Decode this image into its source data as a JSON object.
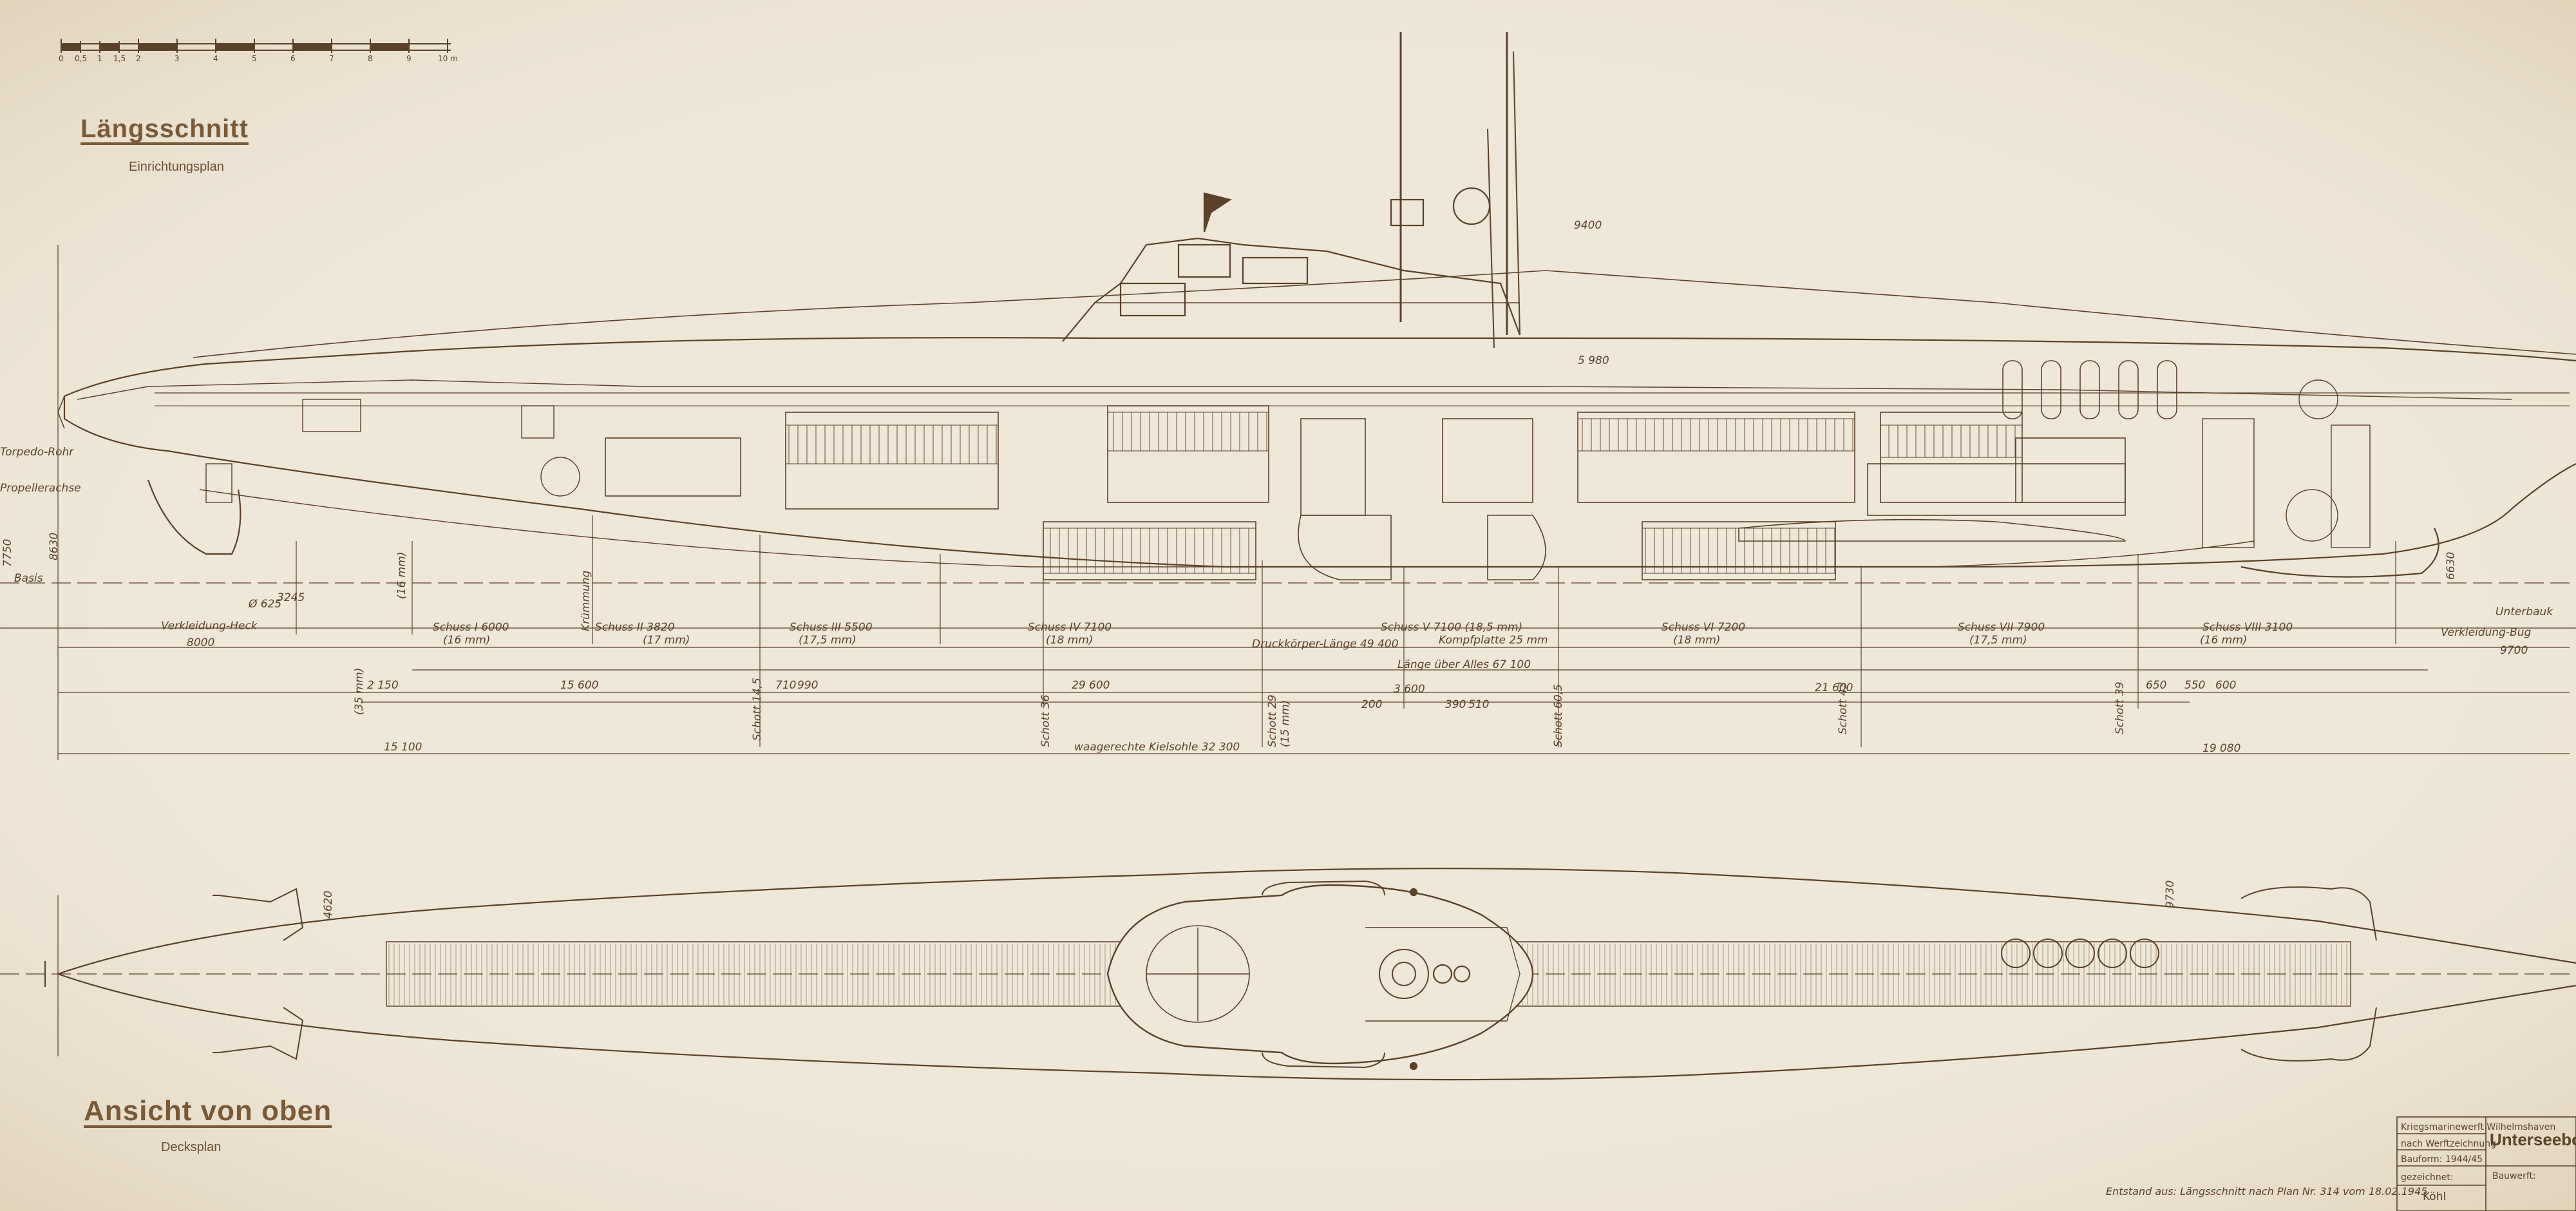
{
  "headings": {
    "section_side": "Längsschnitt",
    "section_side_sub": "Einrichtungsplan",
    "section_top": "Ansicht von oben",
    "section_top_sub": "Decksplan"
  },
  "scale_bar": {
    "labels": [
      "0",
      "0,5",
      "1",
      "1,5",
      "2",
      "3",
      "4",
      "5",
      "6",
      "7",
      "8",
      "9",
      "10 m"
    ]
  },
  "left_labels": {
    "torpedo": "Torpedo-Rohr",
    "achse": "Propellerachse",
    "basis": "Basis",
    "height": "7750",
    "vdim": "8630"
  },
  "side_labels": {
    "verkleidung_heck": "Verkleidung-Heck",
    "verkleidung_bug": "Verkleidung-Bug",
    "unterbauk": "Unterbauk",
    "schuesse": [
      {
        "name": "Schuss I",
        "len": "6000",
        "thick": "(16 mm)"
      },
      {
        "name": "Schuss II",
        "len": "3820",
        "thick": "(17 mm)"
      },
      {
        "name": "Schuss III",
        "len": "5500",
        "thick": "(17,5 mm)"
      },
      {
        "name": "Schuss IV",
        "len": "7100",
        "thick": "(18 mm)"
      },
      {
        "name": "Schuss V",
        "len": "7100",
        "thick": "(18,5 mm)"
      },
      {
        "name": "Schuss VI",
        "len": "7200",
        "thick": "(18 mm)"
      },
      {
        "name": "Schuss VII",
        "len": "7900",
        "thick": "(17,5 mm)"
      },
      {
        "name": "Schuss VIII",
        "len": "3100",
        "thick": "(16 mm)"
      }
    ],
    "druckkoerper": "Druckkörper-Länge 49 400",
    "laenge": "Länge über Alles 67 100",
    "kielsohle": "waagerechte Kielsohle 32 300",
    "dim_8000": "8000",
    "dim_9700": "9700",
    "dim_15600": "15 600",
    "dim_29600": "29 600",
    "dim_21600": "21 600",
    "dim_15100": "15 100",
    "dim_19080": "19 080",
    "dim_9400": "9400",
    "dim_5980": "5 980",
    "dim_6625": "Ø 625",
    "dim_3245": "3245",
    "dim_2150": "2 150",
    "dim_710": "710",
    "dim_990": "990",
    "dim_200": "200",
    "dim_3600": "3 600",
    "dim_390": "390",
    "dim_510": "510",
    "dim_650": "650",
    "dim_550": "550",
    "dim_600": "600",
    "dim_6630": "6630",
    "druck_16mm": "(16 mm)",
    "druck_38mm": "(35 mm)",
    "schott_36": "Schott 36",
    "schott_39": "Schott 39",
    "schott_43": "Schott 43",
    "schott_1": "Schott 14,5",
    "schott_2": "Schott 29",
    "schott_3": "Schott 60,5",
    "kruemmung": "Krümmung",
    "fenster": "Kompfplatte 25 mm",
    "tiefe_16": "(15 mm)"
  },
  "top_labels": {
    "dim_4620": "4620",
    "dim_9730": "9730"
  },
  "title_block": {
    "main": "Unterseeboot",
    "row1": "Kriegsmarinewerft Wilhelmshaven",
    "row2": "nach Werftzeichnung",
    "bauform": "Bauform: 1944/45",
    "bauwerft": "Bauwerft:",
    "gezeichnet": "gezeichnet:",
    "name": "Köhl"
  },
  "footer_note": "Entstand aus: Längsschnitt nach Plan Nr. 314 vom 18.02.1945",
  "colors": {
    "paper": "#efe7d8",
    "ink": "#5a4128",
    "heading": "#7a5a36"
  }
}
